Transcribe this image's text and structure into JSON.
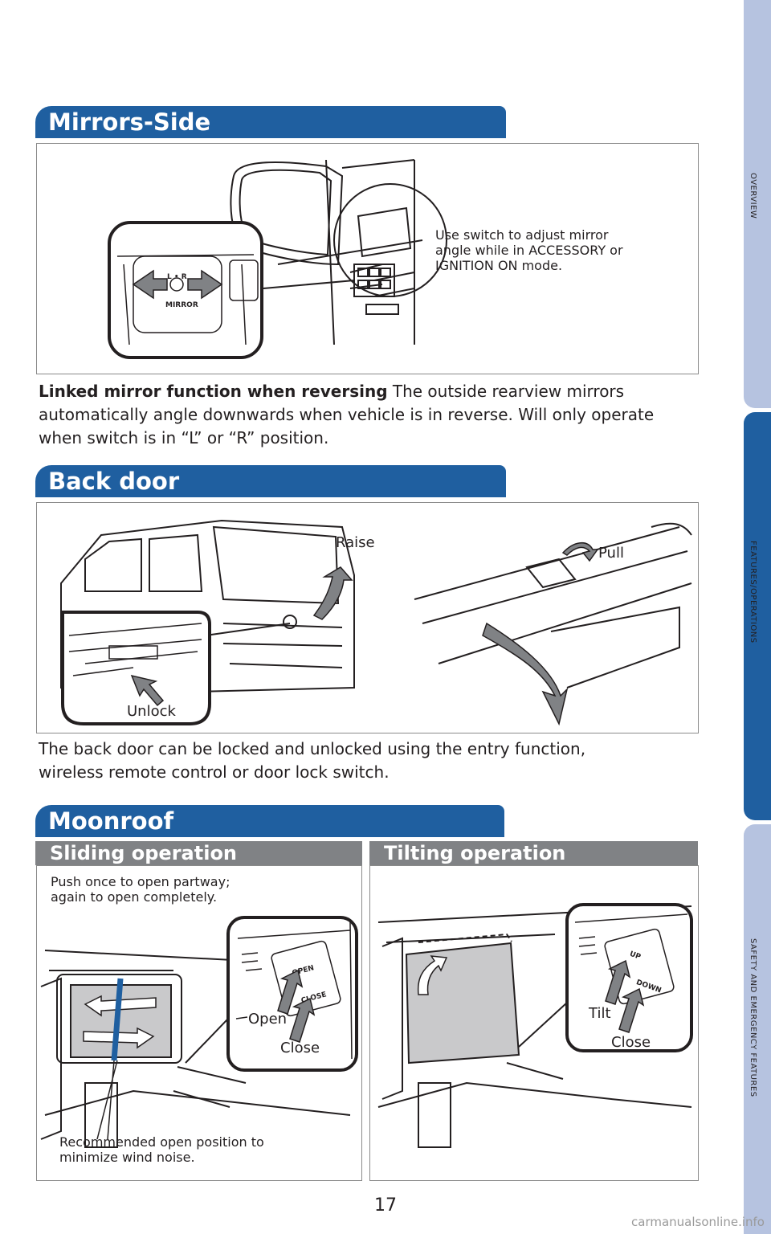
{
  "sections": {
    "mirrors": {
      "title": "Mirrors-Side",
      "caption": "Use switch to adjust mirror\nangle while in ACCESSORY or\nIGNITION ON mode.",
      "switch_labels": {
        "lr": "L • R",
        "mirror": "MIRROR"
      },
      "linked_bold": "Linked mirror function when reversing",
      "linked_text": " The outside rearview mirrors automatically angle downwards when vehicle is in reverse. Will only operate when switch is in “L” or “R” position."
    },
    "backdoor": {
      "title": "Back door",
      "raise": "Raise",
      "pull": "Pull",
      "unlock": "Unlock",
      "text": "The back door can be locked and unlocked using the entry function, wireless remote control or door lock switch."
    },
    "moonroof": {
      "title": "Moonroof",
      "sliding": {
        "heading": "Sliding operation",
        "instruction": "Push once to open partway;\nagain to open completely.",
        "open": "Open",
        "close": "Close",
        "switch_open": "OPEN",
        "switch_close": "CLOSE",
        "recommend": "Recommended open position to\nminimize wind noise."
      },
      "tilting": {
        "heading": "Tilting operation",
        "tilt": "Tilt",
        "close": "Close",
        "switch_up": "UP",
        "switch_down": "DOWN"
      }
    }
  },
  "side_tabs": [
    "OVERVIEW",
    "FEATURES/OPERATIONS",
    "SAFETY AND EMERGENCY FEATURES"
  ],
  "active_tab": "FEATURES/OPERATIONS",
  "page_number": "17",
  "watermark": "carmanualsonline.info",
  "colors": {
    "banner": "#1f5fa0",
    "tab_inactive": "#b6c3e0",
    "tab_active": "#1f5fa0",
    "subheading": "#808285"
  }
}
